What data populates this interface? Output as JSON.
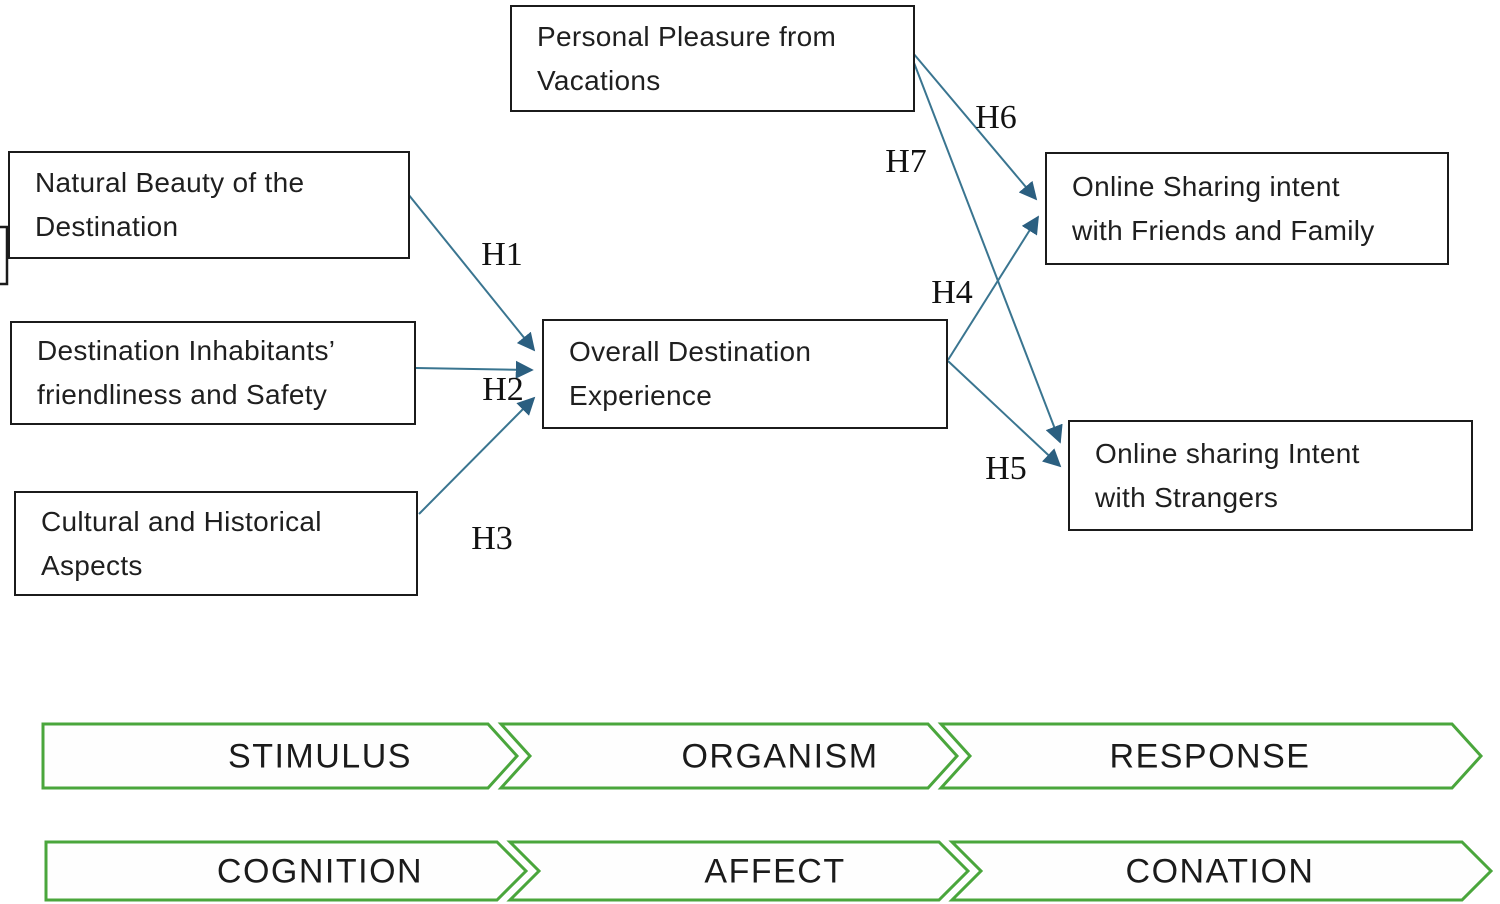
{
  "boxes": {
    "personal_pleasure": {
      "line1": "Personal Pleasure from",
      "line2": "Vacations"
    },
    "natural_beauty": {
      "line1": "Natural Beauty of the",
      "line2": "Destination"
    },
    "inhabitants": {
      "line1": "Destination Inhabitants’",
      "line2": "friendliness and Safety"
    },
    "cultural": {
      "line1": "Cultural and Historical",
      "line2": "Aspects"
    },
    "overall": {
      "line1": "Overall Destination",
      "line2": "Experience"
    },
    "friends": {
      "line1": "Online Sharing intent",
      "line2": "with Friends and Family"
    },
    "strangers": {
      "line1": "Online sharing Intent",
      "line2": "with Strangers"
    }
  },
  "hypotheses": {
    "h1": "H1",
    "h2": "H2",
    "h3": "H3",
    "h4": "H4",
    "h5": "H5",
    "h6": "H6",
    "h7": "H7"
  },
  "sor_bars": {
    "row1": [
      "STIMULUS",
      "ORGANISM",
      "RESPONSE"
    ],
    "row2": [
      "COGNITION",
      "AFFECT",
      "CONATION"
    ]
  },
  "colors": {
    "arrow_line": "#3a7590",
    "arrow_head": "#2b5f80",
    "chevron_outline": "#4aa63c",
    "box_border": "#1b1b1b"
  }
}
